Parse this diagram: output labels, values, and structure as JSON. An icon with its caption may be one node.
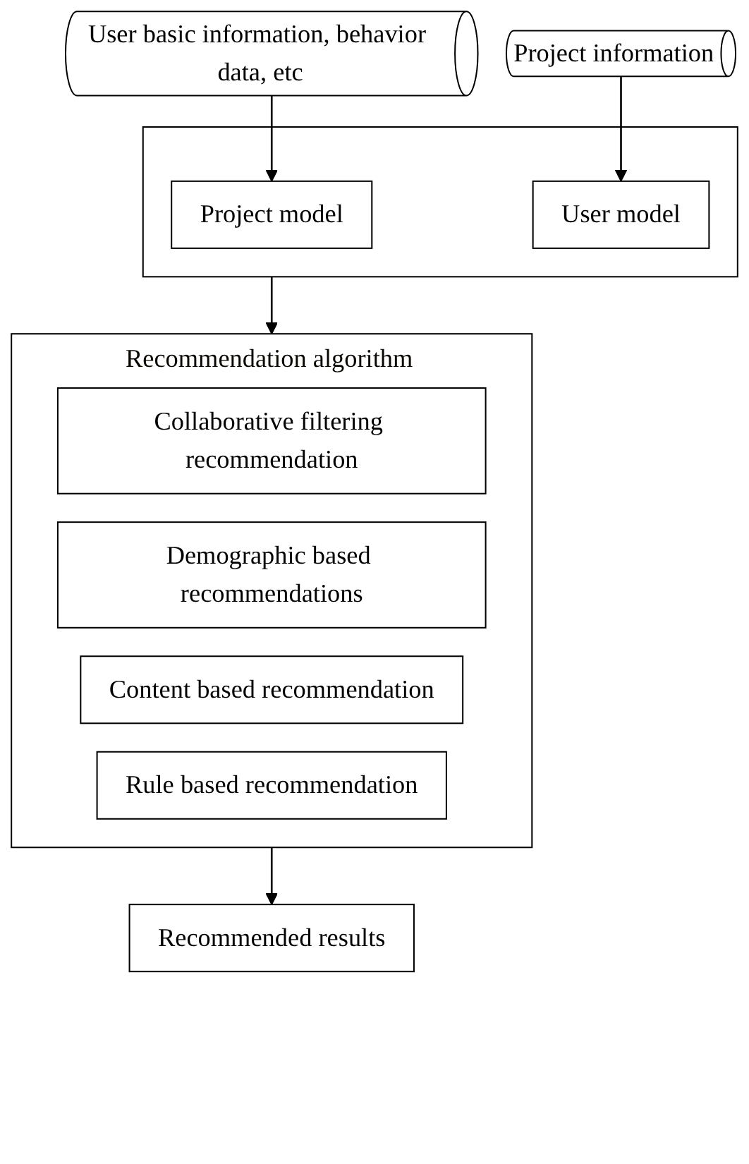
{
  "diagram": {
    "nodes": [
      {
        "text": [
          "User basic information, behavior data, etc"
        ]
      },
      {
        "text": [
          "Project information"
        ]
      },
      {
        "text": [],
        "shape": "box"
      },
      {
        "text": [
          "Project model"
        ],
        "in": 2
      },
      {
        "text": [
          "User model"
        ],
        "in": 2
      },
      {
        "text": [
          "Recommendation algorithm"
        ]
      },
      {
        "text": [
          "Collaborative filtering recommendation"
        ],
        "in": 5
      },
      {
        "text": [
          "Demographic based recommendations"
        ],
        "in": 5
      },
      {
        "text": [
          "Content based recommendation"
        ],
        "in": 5
      },
      {
        "text": [
          "Rule based recommendation"
        ],
        "in": 5
      },
      {
        "text": [
          "Recommended results"
        ]
      }
    ],
    "edges": [
      {
        "from": 0,
        "to": 3,
        "arrow": "to"
      },
      {
        "from": 1,
        "to": 4,
        "arrow": "to"
      },
      {
        "from": 2,
        "to": 5,
        "arrow": "to"
      },
      {
        "from": 5,
        "to": 10,
        "arrow": "to"
      }
    ]
  }
}
